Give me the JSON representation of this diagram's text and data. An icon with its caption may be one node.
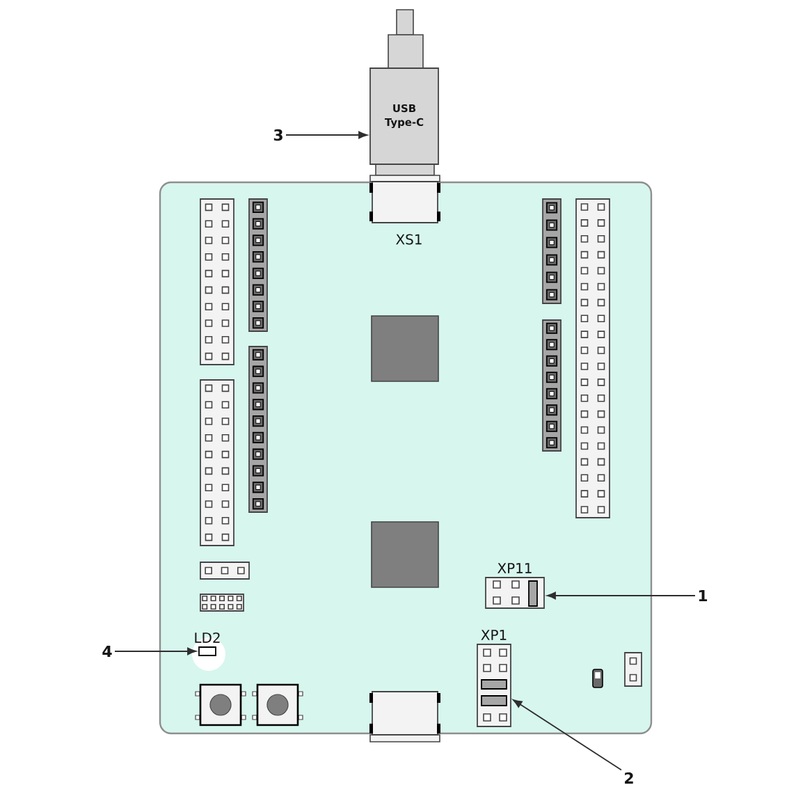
{
  "diagram": {
    "nodes": [
      {
        "text": [
          "USB Type-C"
        ]
      },
      {
        "text": [
          "3"
        ]
      },
      {
        "text": [],
        "shape": "box"
      },
      {
        "text": [
          "XP11"
        ],
        "in": 2
      },
      {
        "text": [
          "1"
        ]
      },
      {
        "text": [
          "LD2"
        ],
        "in": 2
      },
      {
        "text": [
          "4"
        ]
      },
      {
        "text": [
          "XP1"
        ],
        "in": 2
      },
      {
        "text": [
          "2"
        ]
      }
    ],
    "edges": [
      {
        "from": 1,
        "to": 0,
        "arrow": "to"
      },
      {
        "from": 4,
        "to": 3,
        "arrow": "to"
      },
      {
        "from": 6,
        "to": 5,
        "arrow": "to"
      },
      {
        "from": 8,
        "to": 7,
        "arrow": "to"
      }
    ],
    "labels": [
      "XS1"
    ]
  }
}
